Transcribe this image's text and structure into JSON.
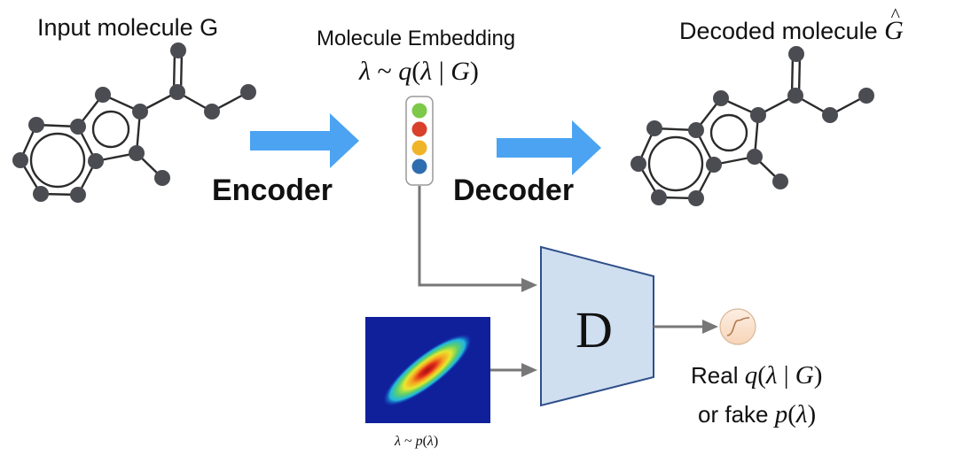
{
  "input_label": "Input molecule G",
  "embedding": {
    "title": "Molecule Embedding",
    "dist": {
      "lambda": "λ",
      "tilde": " ~ ",
      "q": "q",
      "open": "(",
      "bar": " | ",
      "G": "G",
      "close": ")"
    },
    "dot_colors": [
      "#7dc94a",
      "#d9412a",
      "#f0b429",
      "#2e6db0"
    ]
  },
  "encoder_label": "Encoder",
  "decoder_label": "Decoder",
  "decoded_label": {
    "text": "Decoded molecule ",
    "G": "G",
    "hat": "^"
  },
  "discriminator_label": "D",
  "prior_label": {
    "lambda": "λ",
    "tilde": " ~ ",
    "p": "p",
    "open": "(",
    "inner": "λ",
    "close": ")"
  },
  "output_label": {
    "real": "Real ",
    "real_q": "q",
    "real_rest_open": "(",
    "real_lambda": "λ",
    "real_bar": " | ",
    "real_G": "G",
    "real_close": ")",
    "fake": "or fake ",
    "fake_p": "p",
    "fake_open": "(",
    "fake_lambda": "λ",
    "fake_close": ")"
  },
  "colors": {
    "arrow_blue": "#4ba3f2",
    "atom": "#4a4c52",
    "bond": "#2b2b2b",
    "disc_fill": "#cfdff0",
    "disc_stroke": "#2f4f8a",
    "connector": "#777777",
    "sigmoid_fill": "#fbe3cf"
  },
  "icons": {
    "sigmoid": "sigmoid-icon",
    "heatmap": "gaussian-heatmap-icon"
  }
}
